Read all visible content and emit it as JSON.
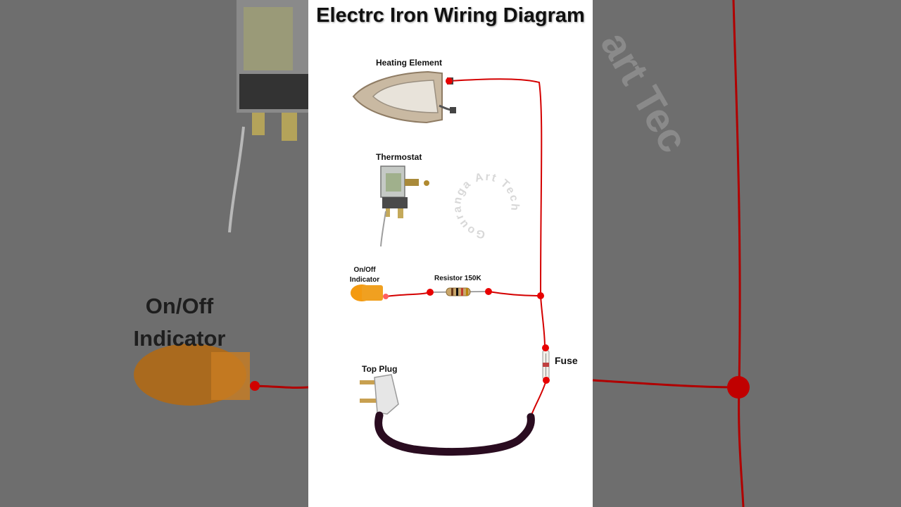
{
  "title": "Electrc Iron Wiring Diagram",
  "components": {
    "heating_element": "Heating Element",
    "thermostat": "Thermostat",
    "indicator": "On/Off Indicator",
    "resistor": "Resistor 150K",
    "fuse": "Fuse",
    "plug": "Top Plug"
  },
  "watermark": "Gouranga Art Tech",
  "background_zoom": {
    "indicator_label": "On/Off Indicator",
    "watermark_fragment": "art Tec"
  },
  "colors": {
    "wire": "#d40000",
    "node": "#e80000",
    "cable": "#2a0c20",
    "panel": "#ffffff",
    "backdrop": "#6e6e6e"
  }
}
